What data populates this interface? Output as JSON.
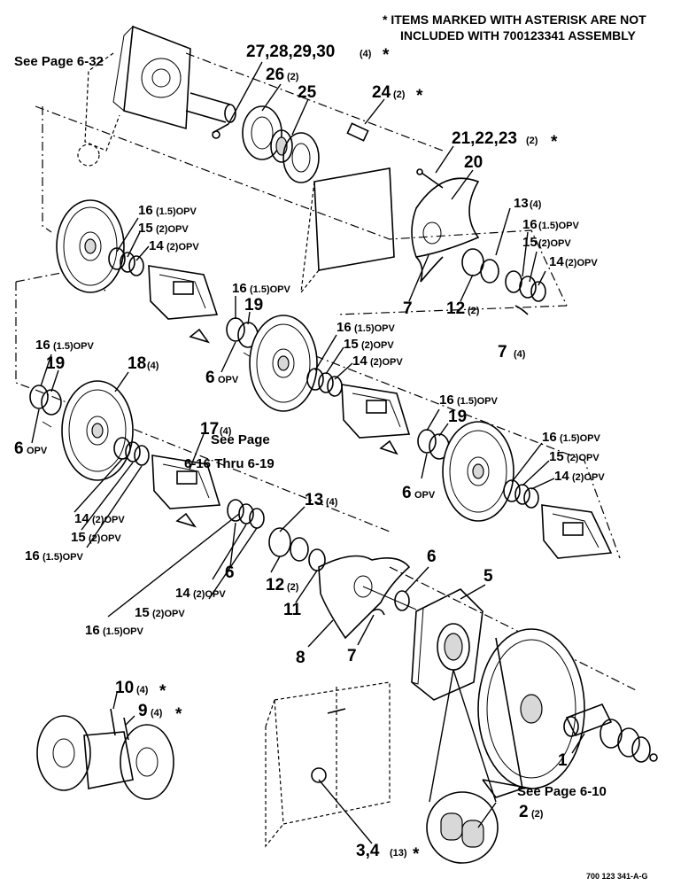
{
  "header_note": {
    "line1": "* ITEMS MARKED WITH ASTERISK ARE NOT",
    "line2": "INCLUDED WITH 700123341 ASSEMBLY"
  },
  "refs": {
    "page_6_32": "See Page 6-32",
    "page_6_16": "See Page",
    "page_6_16b": "6-16 Thru 6-19",
    "page_6_10": "See Page 6-10"
  },
  "callouts": [
    {
      "id": "c27",
      "num": "27,28,29,30",
      "qty": "(4)",
      "mark": "*"
    },
    {
      "id": "c26",
      "num": "26",
      "qty": "(2)",
      "mark": ""
    },
    {
      "id": "c25",
      "num": "25",
      "qty": "",
      "mark": ""
    },
    {
      "id": "c24",
      "num": "24",
      "qty": "(2)",
      "mark": "*"
    },
    {
      "id": "c21",
      "num": "21,22,23",
      "qty": "(2)",
      "mark": "*"
    },
    {
      "id": "c20",
      "num": "20",
      "qty": "",
      "mark": ""
    },
    {
      "id": "c13a",
      "num": "13",
      "qty": "(4)",
      "mark": ""
    },
    {
      "id": "c16a",
      "num": "16",
      "qty": "(1.5)OPV",
      "mark": ""
    },
    {
      "id": "c15a",
      "num": "15",
      "qty": "(2)OPV",
      "mark": ""
    },
    {
      "id": "c14a",
      "num": "14",
      "qty": "(2)OPV",
      "mark": ""
    },
    {
      "id": "c16b",
      "num": "16",
      "qty": "(1.5)OPV",
      "mark": ""
    },
    {
      "id": "c15b",
      "num": "15",
      "qty": "(2)OPV",
      "mark": ""
    },
    {
      "id": "c14b",
      "num": "14",
      "qty": "(2)OPV",
      "mark": ""
    },
    {
      "id": "c7a",
      "num": "7",
      "qty": "",
      "mark": ""
    },
    {
      "id": "c12a",
      "num": "12",
      "qty": "(2)",
      "mark": ""
    },
    {
      "id": "c7b",
      "num": "7",
      "qty": "(4)",
      "mark": ""
    },
    {
      "id": "c16c",
      "num": "16",
      "qty": "(1.5)OPV",
      "mark": ""
    },
    {
      "id": "c19a",
      "num": "19",
      "qty": "",
      "mark": ""
    },
    {
      "id": "c6a",
      "num": "6",
      "qty": "OPV",
      "mark": ""
    },
    {
      "id": "c16d",
      "num": "16",
      "qty": "(1.5)OPV",
      "mark": ""
    },
    {
      "id": "c15d",
      "num": "15",
      "qty": "(2)OPV",
      "mark": ""
    },
    {
      "id": "c14d",
      "num": "14",
      "qty": "(2)OPV",
      "mark": ""
    },
    {
      "id": "c16e",
      "num": "16",
      "qty": "(1.5)OPV",
      "mark": ""
    },
    {
      "id": "c19b",
      "num": "19",
      "qty": "",
      "mark": ""
    },
    {
      "id": "c18",
      "num": "18",
      "qty": "(4)",
      "mark": ""
    },
    {
      "id": "c6b",
      "num": "6",
      "qty": "OPV",
      "mark": ""
    },
    {
      "id": "c17",
      "num": "17",
      "qty": "(4)",
      "mark": ""
    },
    {
      "id": "c16f",
      "num": "16",
      "qty": "(1.5)OPV",
      "mark": ""
    },
    {
      "id": "c19c",
      "num": "19",
      "qty": "",
      "mark": ""
    },
    {
      "id": "c6c",
      "num": "6",
      "qty": "OPV",
      "mark": ""
    },
    {
      "id": "c16g",
      "num": "16",
      "qty": "(1.5)OPV",
      "mark": ""
    },
    {
      "id": "c15g",
      "num": "15",
      "qty": "(2)OPV",
      "mark": ""
    },
    {
      "id": "c14g",
      "num": "14",
      "qty": "(2)OPV",
      "mark": ""
    },
    {
      "id": "c14h",
      "num": "14",
      "qty": "(2)OPV",
      "mark": ""
    },
    {
      "id": "c15h",
      "num": "15",
      "qty": "(2)OPV",
      "mark": ""
    },
    {
      "id": "c16h",
      "num": "16",
      "qty": "(1.5)OPV",
      "mark": ""
    },
    {
      "id": "c13b",
      "num": "13",
      "qty": "(4)",
      "mark": ""
    },
    {
      "id": "c6d",
      "num": "6",
      "qty": "",
      "mark": ""
    },
    {
      "id": "c12b",
      "num": "12",
      "qty": "(2)",
      "mark": ""
    },
    {
      "id": "c14i",
      "num": "14",
      "qty": "(2)OPV",
      "mark": ""
    },
    {
      "id": "c15i",
      "num": "15",
      "qty": "(2)OPV",
      "mark": ""
    },
    {
      "id": "c16i",
      "num": "16",
      "qty": "(1.5)OPV",
      "mark": ""
    },
    {
      "id": "c6e",
      "num": "6",
      "qty": "",
      "mark": ""
    },
    {
      "id": "c5",
      "num": "5",
      "qty": "",
      "mark": ""
    },
    {
      "id": "c11",
      "num": "11",
      "qty": "",
      "mark": ""
    },
    {
      "id": "c8",
      "num": "8",
      "qty": "",
      "mark": ""
    },
    {
      "id": "c7c",
      "num": "7",
      "qty": "",
      "mark": ""
    },
    {
      "id": "c10",
      "num": "10",
      "qty": "(4)",
      "mark": "*"
    },
    {
      "id": "c9",
      "num": "9",
      "qty": "(4)",
      "mark": "*"
    },
    {
      "id": "c1",
      "num": "1",
      "qty": "",
      "mark": ""
    },
    {
      "id": "c2",
      "num": "2",
      "qty": "(2)",
      "mark": ""
    },
    {
      "id": "c34",
      "num": "3,4",
      "qty": "(13)",
      "mark": "*"
    }
  ],
  "drawing_number": "700 123 341-A-G"
}
